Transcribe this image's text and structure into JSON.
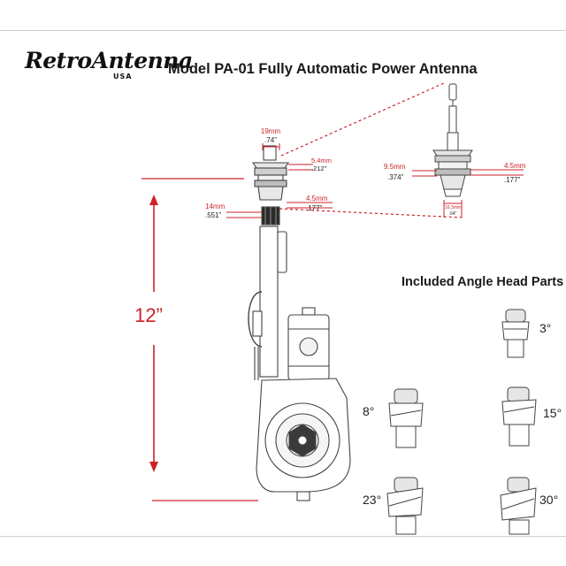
{
  "brand": {
    "logo_script": "RetroAntenna",
    "logo_sub": "USA"
  },
  "title": "Model PA-01 Fully Automatic Power Antenna",
  "height_label": "12”",
  "dimensions": {
    "d19mm": "19mm",
    "d19in": ".74”",
    "d54mm": "5.4mm",
    "d54in": ".212”",
    "d45mm": "4.5mm",
    "d45in": ".177”",
    "d14mm": "14mm",
    "d14in": ".551”",
    "d95mm": "9.5mm",
    "d95in": ".374”",
    "d45bmm": "4.5mm",
    "d45bin": ".177”",
    "d163mm": "16.3mm",
    "d163in": ".64”"
  },
  "parts_title": "Included Angle Head Parts",
  "angle_heads": [
    "3°",
    "8°",
    "15°",
    "23°",
    "30°"
  ],
  "colors": {
    "accent_red": "#cc2229",
    "line_gray": "#555555"
  }
}
